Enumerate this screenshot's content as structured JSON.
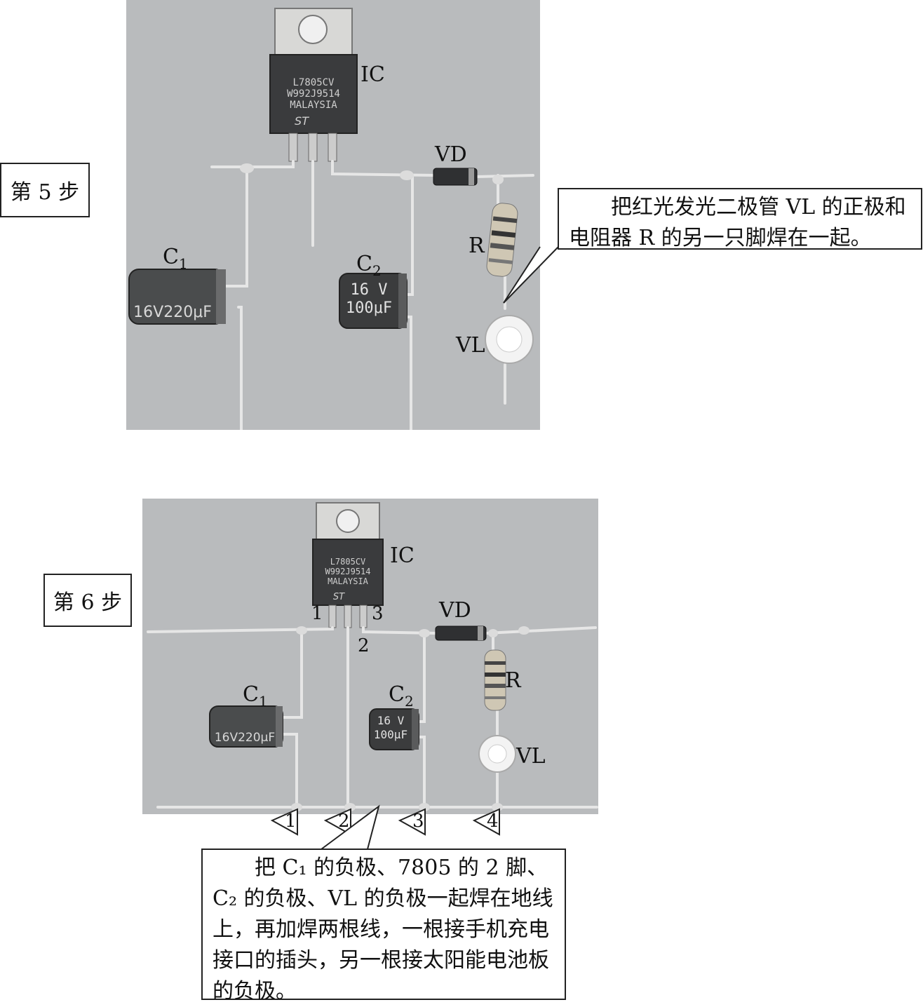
{
  "step5": {
    "label": "第 5 步",
    "ic": "IC",
    "vd": "VD",
    "r": "R",
    "c1": "C",
    "c1_sub": "1",
    "c2": "C",
    "c2_sub": "2",
    "vl": "VL",
    "ic_marking": [
      "L7805CV",
      "W992J9514",
      "MALAYSIA",
      "ST"
    ],
    "c1_marking": "16V220μF",
    "c2_marking": [
      "16 V",
      "100μF"
    ],
    "callout": "把红光发光二极管 VL 的正极和电阻器 R 的另一只脚焊在一起。"
  },
  "step6": {
    "label": "第 6 步",
    "ic": "IC",
    "vd": "VD",
    "r": "R",
    "c1": "C",
    "c1_sub": "1",
    "c2": "C",
    "c2_sub": "2",
    "vl": "VL",
    "pin1": "1",
    "pin2": "2",
    "pin3": "3",
    "ic_marking": [
      "L7805CV",
      "W992J9514",
      "MALAYSIA",
      "ST"
    ],
    "c1_marking": "16V220μF",
    "c2_marking": [
      "16 V",
      "100μF"
    ],
    "markers": [
      "1",
      "2",
      "3",
      "4"
    ],
    "callout": "把 C₁ 的负极、7805 的 2 脚、C₂ 的负极、VL 的负极一起焊在地线上，再加焊两根线，一根接手机充电接口的插头，另一根接太阳能电池板的负极。"
  }
}
